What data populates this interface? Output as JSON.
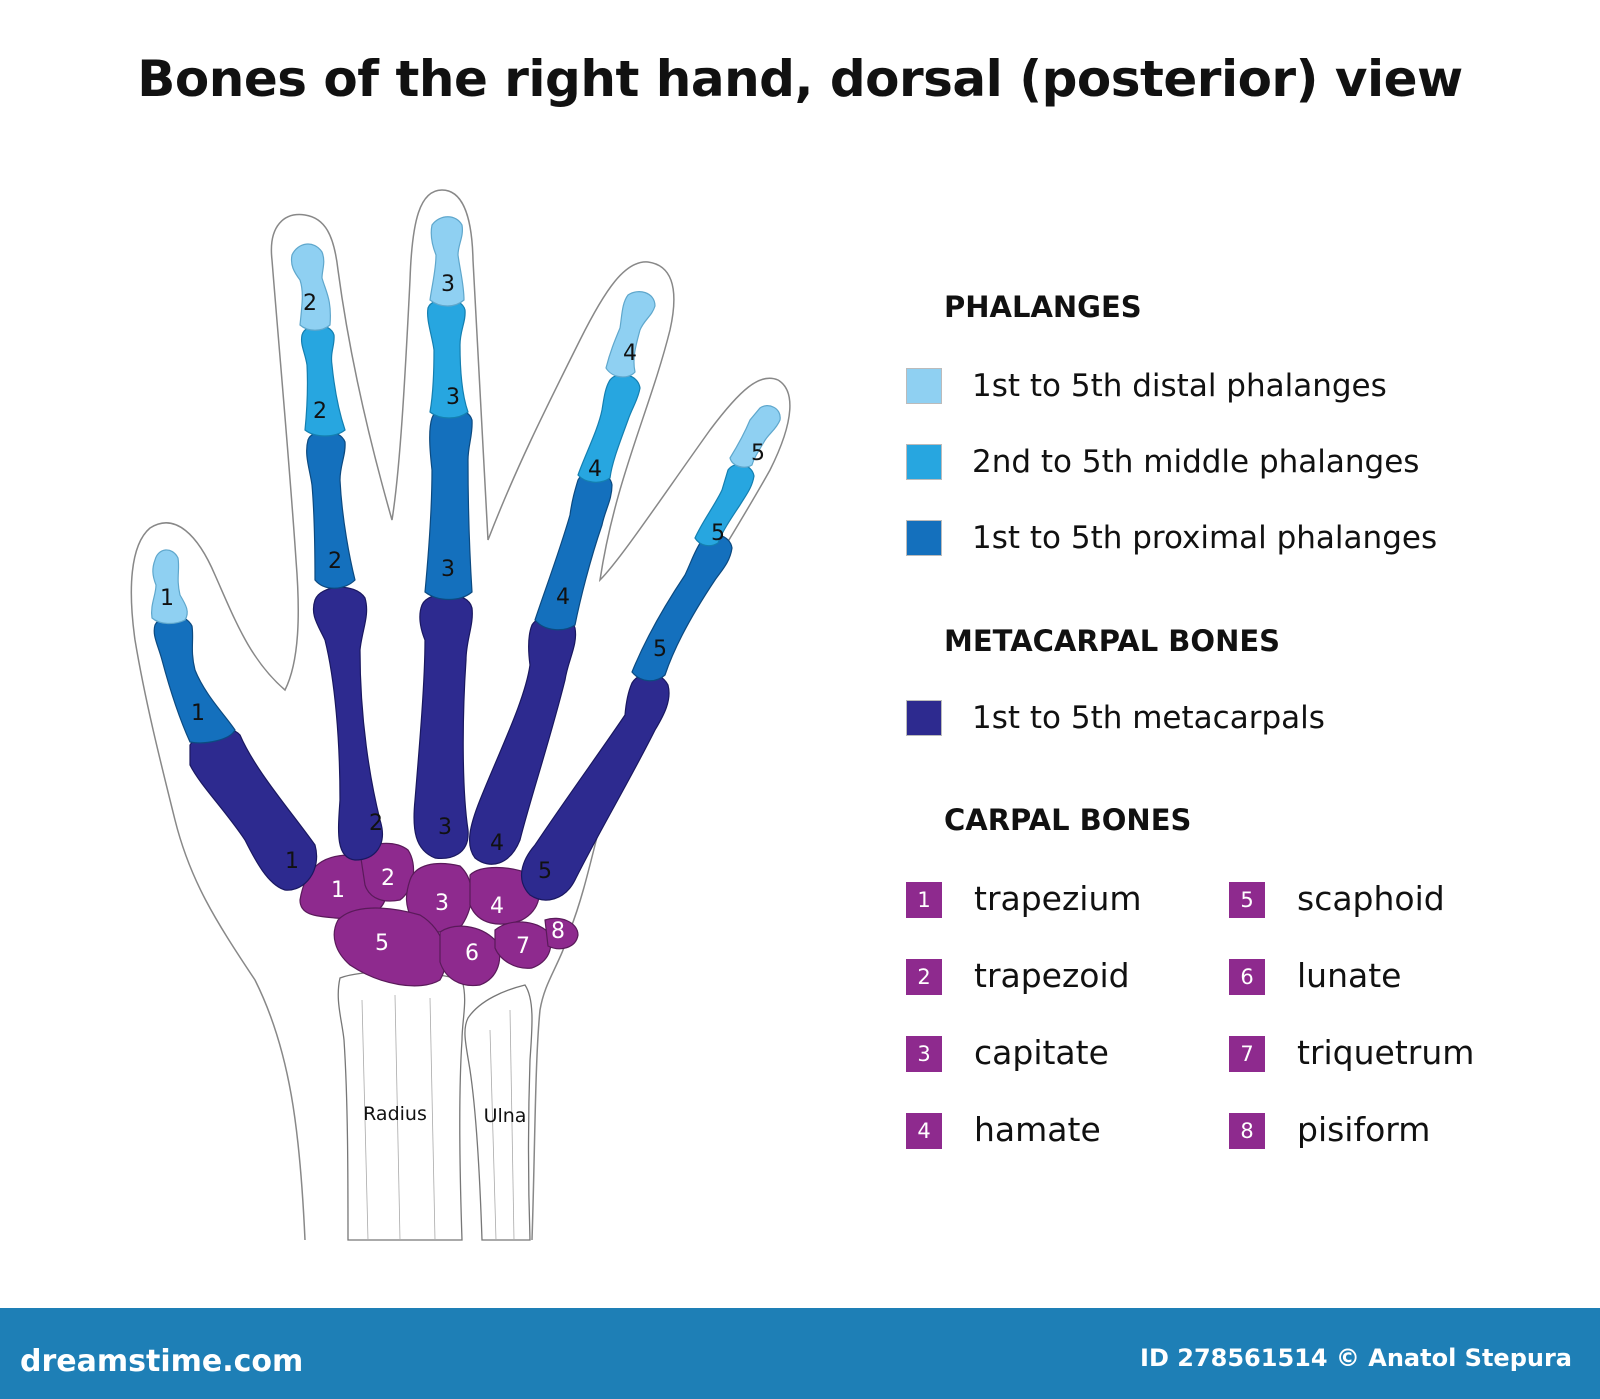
{
  "title": "Bones of the right hand, dorsal (posterior) view",
  "colors": {
    "distal": "#8fd0f2",
    "middle": "#27a6e0",
    "proximal": "#1470bd",
    "metacarpal": "#2d2a8f",
    "carpal": "#8e2a8e"
  },
  "diagram": {
    "digit_labels": {
      "thumb": "1",
      "index": "2",
      "middle": "3",
      "ring": "4",
      "little": "5"
    },
    "carpal_numbers": [
      "1",
      "2",
      "3",
      "4",
      "5",
      "6",
      "7",
      "8"
    ],
    "radius_label": "Radius",
    "ulna_label": "Ulna"
  },
  "legend": {
    "phalanges_heading": "PHALANGES",
    "phalanges": [
      {
        "label": "1st to 5th distal phalanges",
        "color": "#8fd0f2"
      },
      {
        "label": "2nd to 5th middle phalanges",
        "color": "#27a6e0"
      },
      {
        "label": "1st to 5th proximal phalanges",
        "color": "#1470bd"
      }
    ],
    "metacarpal_heading": "METACARPAL BONES",
    "metacarpals": [
      {
        "label": "1st to 5th metacarpals",
        "color": "#2d2a8f"
      }
    ],
    "carpal_heading": "CARPAL BONES",
    "carpals": [
      {
        "num": "1",
        "name": "trapezium"
      },
      {
        "num": "2",
        "name": "trapezoid"
      },
      {
        "num": "3",
        "name": "capitate"
      },
      {
        "num": "4",
        "name": "hamate"
      },
      {
        "num": "5",
        "name": "scaphoid"
      },
      {
        "num": "6",
        "name": "lunate"
      },
      {
        "num": "7",
        "name": "triquetrum"
      },
      {
        "num": "8",
        "name": "pisiform"
      }
    ]
  },
  "footer": {
    "logo": "dreamstime.com",
    "id_text": "ID 278561514 © Anatol Stepura"
  }
}
